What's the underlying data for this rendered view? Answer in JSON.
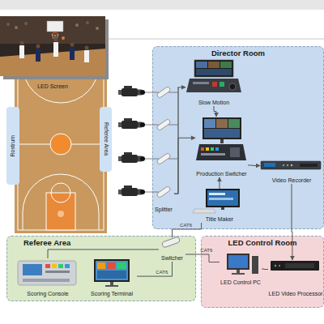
{
  "diagram": {
    "nodes": [
      {
        "text": [
          "LED Screen"
        ]
      },
      {
        "text": [
          "Rostrum"
        ]
      },
      {
        "text": [
          "Referee Area"
        ]
      },
      {
        "text": [
          "Director Room"
        ]
      },
      {
        "text": [
          "Slow Motion"
        ],
        "in": 3
      },
      {
        "text": [
          "Production Switcher"
        ],
        "in": 3
      },
      {
        "text": [
          "Video Recorder"
        ],
        "in": 3
      },
      {
        "text": [
          "Splitter"
        ],
        "in": 3
      },
      {
        "text": [
          "Title Maker"
        ],
        "in": 3
      },
      {
        "text": [
          "Referee Area"
        ]
      },
      {
        "text": [
          "Switcher"
        ],
        "in": 9
      },
      {
        "text": [
          "Scoring Console"
        ],
        "in": 9
      },
      {
        "text": [
          "Scoring Terminal"
        ],
        "in": 9
      },
      {
        "text": [
          "LED Control Room"
        ]
      },
      {
        "text": [
          "LED Control PC"
        ],
        "in": 13
      },
      {
        "text": [
          "LED Video Processor"
        ],
        "in": 13
      }
    ],
    "edges": [
      {
        "from": 7,
        "to": 4,
        "arrow": "to"
      },
      {
        "from": 7,
        "to": 5,
        "arrow": "to"
      },
      {
        "from": 4,
        "to": 5,
        "arrow": "to"
      },
      {
        "from": 5,
        "to": 6,
        "arrow": "to"
      },
      {
        "from": 6,
        "to": 15,
        "arrow": "to"
      },
      {
        "from": 8,
        "to": 5,
        "arrow": "to"
      },
      {
        "from": 8,
        "to": 10,
        "label": "CAT6",
        "arrow": "none"
      },
      {
        "from": 10,
        "to": 14,
        "label": "CAT6",
        "arrow": "none"
      },
      {
        "from": 10,
        "to": 11,
        "arrow": "none"
      },
      {
        "from": 10,
        "to": 12,
        "label": "CAT6",
        "arrow": "none"
      },
      {
        "from": 14,
        "to": 15,
        "arrow": "none"
      }
    ]
  }
}
